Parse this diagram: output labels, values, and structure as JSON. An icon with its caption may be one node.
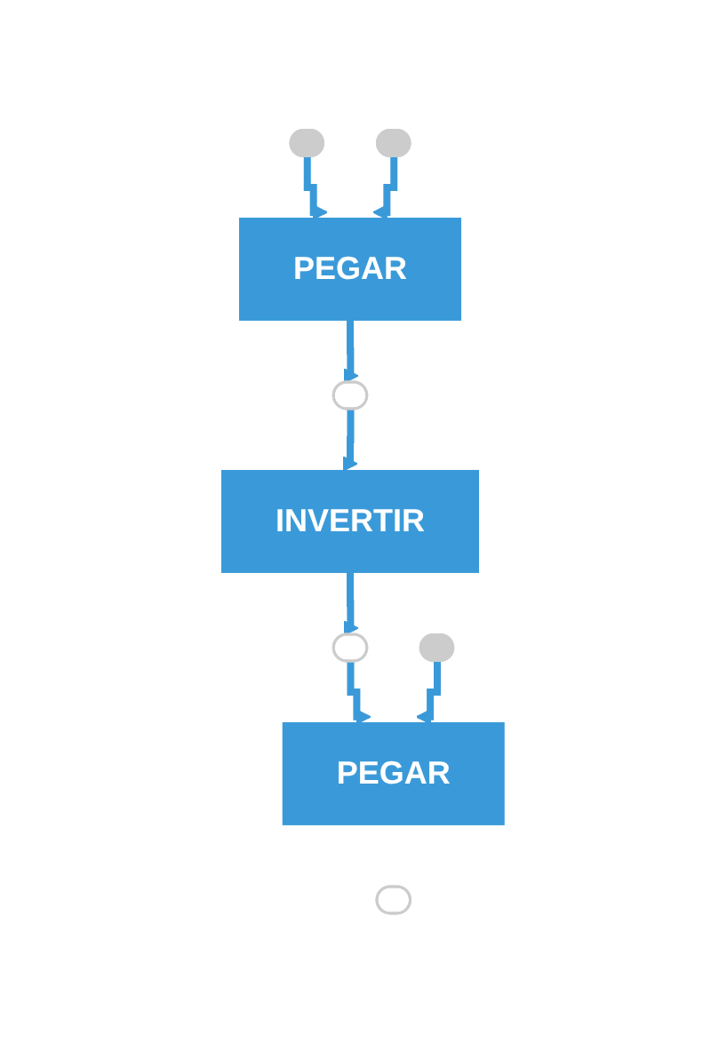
{
  "diagram": {
    "nodes": [
      {
        "text": [],
        "shape": "ellipse"
      },
      {
        "text": [],
        "shape": "ellipse"
      },
      {
        "text": [
          "PEGAR"
        ]
      },
      {
        "text": [],
        "shape": "ellipse"
      },
      {
        "text": [
          "INVERTIR"
        ]
      },
      {
        "text": [],
        "shape": "ellipse"
      },
      {
        "text": [],
        "shape": "ellipse"
      },
      {
        "text": [
          "PEGAR"
        ]
      },
      {
        "text": [],
        "shape": "ellipse"
      }
    ],
    "edges": [
      {
        "from": 0,
        "to": 2,
        "arrow": "to"
      },
      {
        "from": 1,
        "to": 2,
        "arrow": "to"
      },
      {
        "from": 2,
        "to": 3,
        "arrow": "to"
      },
      {
        "from": 3,
        "to": 4,
        "arrow": "to"
      },
      {
        "from": 4,
        "to": 5,
        "arrow": "to"
      },
      {
        "from": 5,
        "to": 7,
        "arrow": "to"
      },
      {
        "from": 6,
        "to": 7,
        "arrow": "to"
      }
    ]
  }
}
